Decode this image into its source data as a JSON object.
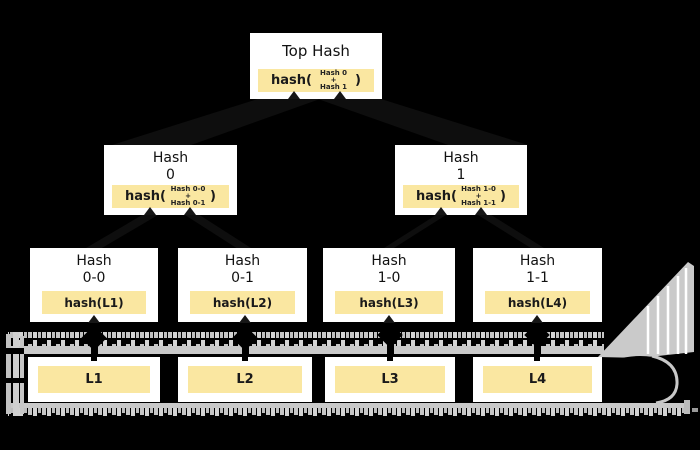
{
  "colors": {
    "background": "#000000",
    "node_fill": "#ffffff",
    "formula_fill": "#fae7a1",
    "strip_gray": "#c9c9c9"
  },
  "tree": {
    "root": {
      "title": "Top Hash",
      "formula": {
        "prefix": "hash(",
        "arg_top": "Hash 0",
        "operator": "+",
        "arg_bottom": "Hash 1",
        "suffix": ")"
      }
    },
    "branches": [
      {
        "title_line1": "Hash",
        "title_line2": "0",
        "formula": {
          "prefix": "hash(",
          "arg_top": "Hash 0-0",
          "operator": "+",
          "arg_bottom": "Hash 0-1",
          "suffix": ")"
        }
      },
      {
        "title_line1": "Hash",
        "title_line2": "1",
        "formula": {
          "prefix": "hash(",
          "arg_top": "Hash 1-0",
          "operator": "+",
          "arg_bottom": "Hash 1-1",
          "suffix": ")"
        }
      }
    ],
    "leaves": [
      {
        "title_line1": "Hash",
        "title_line2": "0-0",
        "formula": "hash(L1)"
      },
      {
        "title_line1": "Hash",
        "title_line2": "0-1",
        "formula": "hash(L2)"
      },
      {
        "title_line1": "Hash",
        "title_line2": "1-0",
        "formula": "hash(L3)"
      },
      {
        "title_line1": "Hash",
        "title_line2": "1-1",
        "formula": "hash(L4)"
      }
    ],
    "data_blocks": [
      {
        "label": "L1"
      },
      {
        "label": "L2"
      },
      {
        "label": "L3"
      },
      {
        "label": "L4"
      }
    ]
  }
}
